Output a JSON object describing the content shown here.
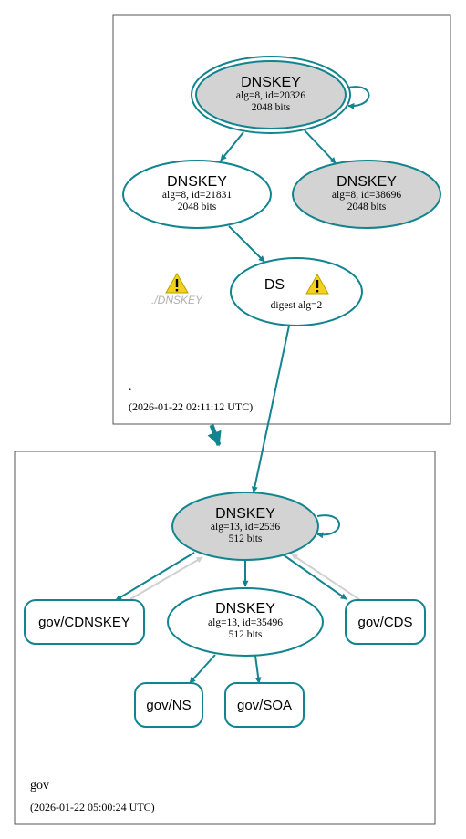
{
  "colors": {
    "edge": "#12848f",
    "edge_inactive": "#d0d0d0",
    "node_fill_ksk": "#d3d3d3",
    "node_fill_zsk": "#ffffff",
    "zone_border": "#555555",
    "warning_fill": "#f2d21b"
  },
  "zones": {
    "root": {
      "name": ".",
      "timestamp": "(2026-01-22 02:11:12 UTC)",
      "warning_label": "./DNSKEY",
      "nodes": {
        "ksk": {
          "title": "DNSKEY",
          "line1": "alg=8, id=20326",
          "line2": "2048 bits"
        },
        "zsk1": {
          "title": "DNSKEY",
          "line1": "alg=8, id=21831",
          "line2": "2048 bits"
        },
        "zsk2": {
          "title": "DNSKEY",
          "line1": "alg=8, id=38696",
          "line2": "2048 bits"
        },
        "ds": {
          "title": "DS",
          "line1": "digest alg=2"
        }
      }
    },
    "gov": {
      "name": "gov",
      "timestamp": "(2026-01-22 05:00:24 UTC)",
      "nodes": {
        "ksk": {
          "title": "DNSKEY",
          "line1": "alg=13, id=2536",
          "line2": "512 bits"
        },
        "zsk": {
          "title": "DNSKEY",
          "line1": "alg=13, id=35496",
          "line2": "512 bits"
        },
        "cdnskey": {
          "label": "gov/CDNSKEY"
        },
        "cds": {
          "label": "gov/CDS"
        },
        "ns": {
          "label": "gov/NS"
        },
        "soa": {
          "label": "gov/SOA"
        }
      }
    }
  }
}
